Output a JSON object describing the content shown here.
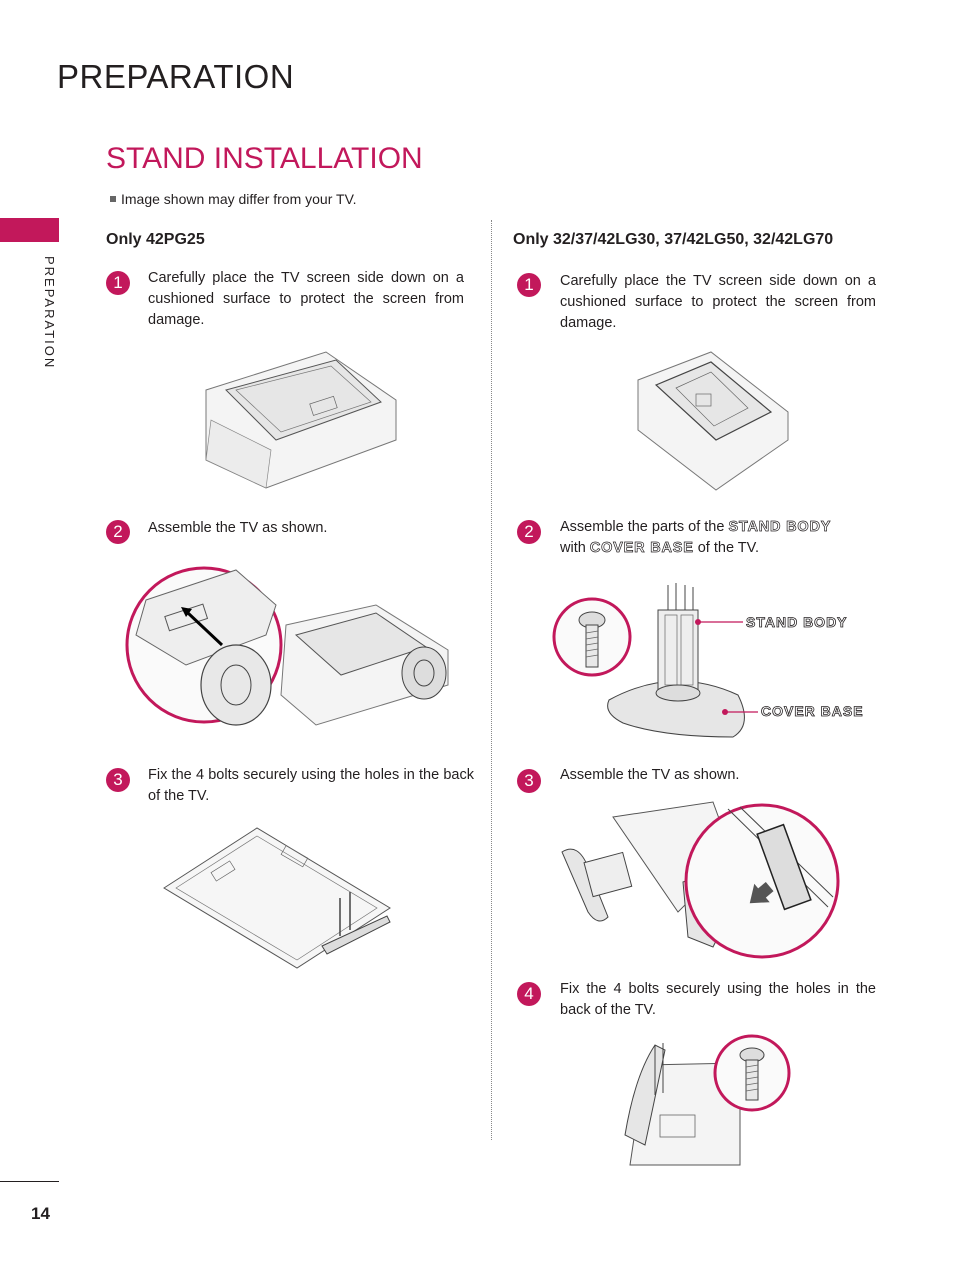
{
  "header": {
    "title": "PREPARATION"
  },
  "sidebar": {
    "label": "PREPARATION"
  },
  "section": {
    "title": "STAND INSTALLATION",
    "note": "Image shown may differ from your TV."
  },
  "left_column": {
    "heading": "Only 42PG25",
    "steps": [
      {
        "num": "1",
        "text": "Carefully place the TV screen side down on a cushioned surface to protect the screen from damage."
      },
      {
        "num": "2",
        "text": "Assemble the TV as shown."
      },
      {
        "num": "3",
        "text": "Fix the 4 bolts securely using the holes in the back of the TV."
      }
    ]
  },
  "right_column": {
    "heading": "Only 32/37/42LG30, 37/42LG50, 32/42LG70",
    "steps": [
      {
        "num": "1",
        "text": "Carefully place the TV screen side down on a cushioned surface to protect the screen from damage."
      },
      {
        "num": "2",
        "text_pre": "Assemble the parts of the ",
        "stand_body": "STAND BODY",
        "text_mid": "with ",
        "cover_base": "COVER BASE",
        "text_post": " of the TV."
      },
      {
        "num": "3",
        "text": "Assemble the TV as shown."
      },
      {
        "num": "4",
        "text": "Fix the 4 bolts securely using the holes in the back of the TV."
      }
    ],
    "callouts": {
      "stand_body": "STAND BODY",
      "cover_base": "COVER BASE"
    }
  },
  "footer": {
    "page_number": "14"
  },
  "colors": {
    "accent": "#c2185b",
    "text": "#231f20"
  }
}
